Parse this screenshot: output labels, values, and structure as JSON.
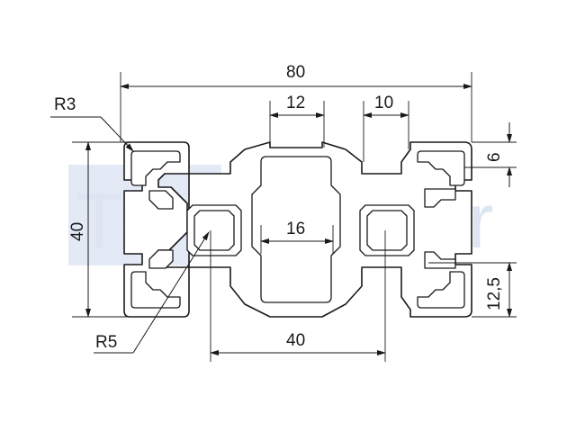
{
  "watermark": {
    "left_text": "TEC",
    "right_text": "walker",
    "color": "#dde5f2"
  },
  "dimensions": {
    "overall_width": "80",
    "overall_height": "40",
    "slot_width_top": "12",
    "slot_width_right": "10",
    "slot_depth": "6",
    "inner_pitch": "16",
    "center_distance": "40",
    "slot_offset": "12,5",
    "corner_radius": "R3",
    "core_radius": "R5"
  },
  "colors": {
    "line": "#1a1a1a",
    "background": "#ffffff"
  }
}
